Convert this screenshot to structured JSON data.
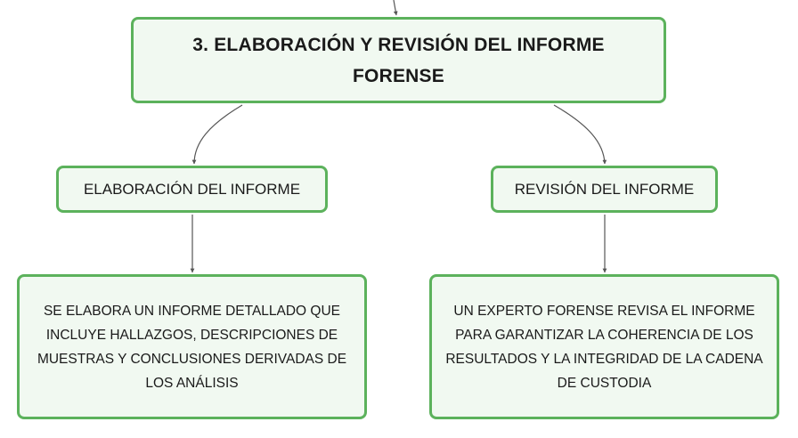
{
  "diagram": {
    "root": {
      "title": "3. ELABORACIÓN Y REVISIÓN DEL INFORME FORENSE"
    },
    "left": {
      "label": "ELABORACIÓN DEL INFORME",
      "detail": "SE ELABORA UN INFORME DETALLADO QUE INCLUYE HALLAZGOS, DESCRIPCIONES DE MUESTRAS Y CONCLUSIONES DERIVADAS DE LOS ANÁLISIS"
    },
    "right": {
      "label": "REVISIÓN DEL INFORME",
      "detail": "UN EXPERTO FORENSE REVISA EL INFORME PARA GARANTIZAR LA COHERENCIA DE LOS RESULTADOS Y LA INTEGRIDAD DE LA CADENA DE CUSTODIA"
    },
    "colors": {
      "border": "#5cb25c",
      "fill": "#f1f9f1",
      "connector": "#555555"
    }
  }
}
